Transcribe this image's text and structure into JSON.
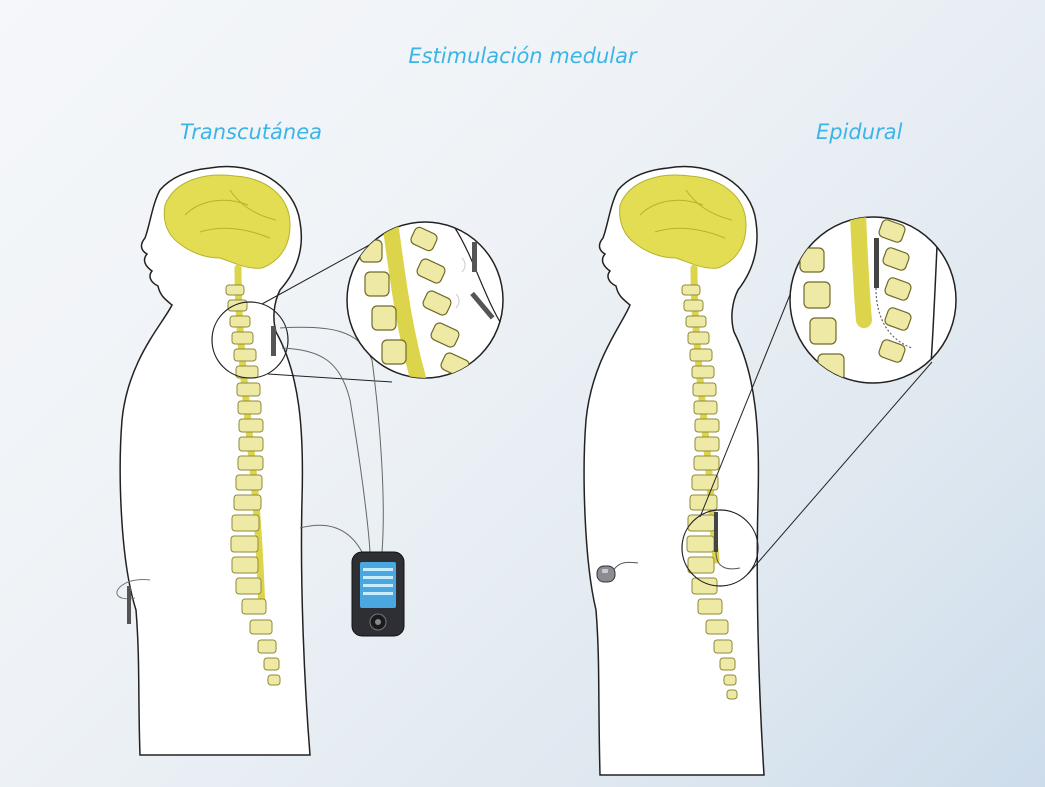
{
  "title": "Estimulación medular",
  "panels": [
    {
      "id": "transcutanea",
      "label": "Transcutánea"
    },
    {
      "id": "epidural",
      "label": "Epidural"
    }
  ],
  "colors": {
    "text": "#3cb5e6",
    "brain": "#e2dd53",
    "spine": "#eeeaa6",
    "outline": "#222222",
    "body": "#ffffff",
    "device": "#2d2f34",
    "screen": "#4aa7e0"
  },
  "icons": [
    "stimulator-device-icon",
    "implanted-pulse-generator-icon",
    "electrode-icon"
  ]
}
